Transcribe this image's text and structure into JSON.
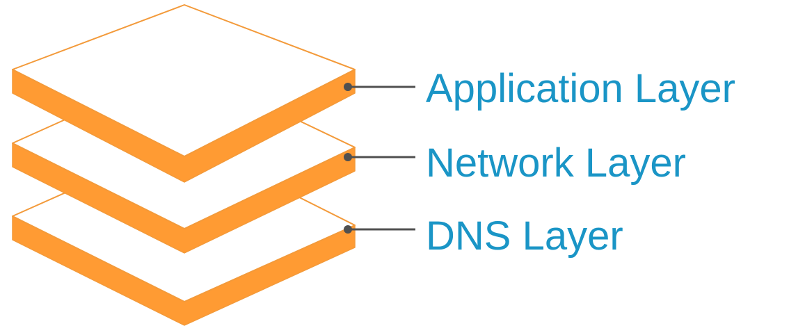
{
  "layers": [
    {
      "name": "Application Layer"
    },
    {
      "name": "Network Layer"
    },
    {
      "name": "DNS Layer"
    }
  ],
  "colors": {
    "slab_side": "#ff9b33",
    "slab_edge": "#f39a3a",
    "slab_top": "#ffffff",
    "connector": "#505050",
    "label_text": "#1a95c6"
  }
}
